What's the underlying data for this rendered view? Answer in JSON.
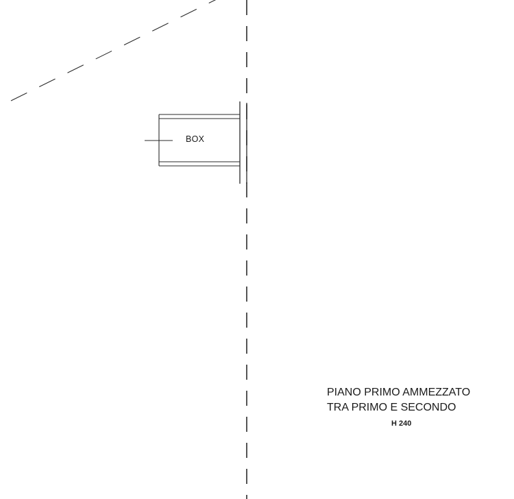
{
  "drawing": {
    "box_label": "BOX",
    "floor_label": {
      "line1": "PIANO PRIMO AMMEZZATO",
      "line2": "TRA PRIMO E SECONDO"
    },
    "height_label": "H 240",
    "line_color": "#2a2a2a"
  }
}
